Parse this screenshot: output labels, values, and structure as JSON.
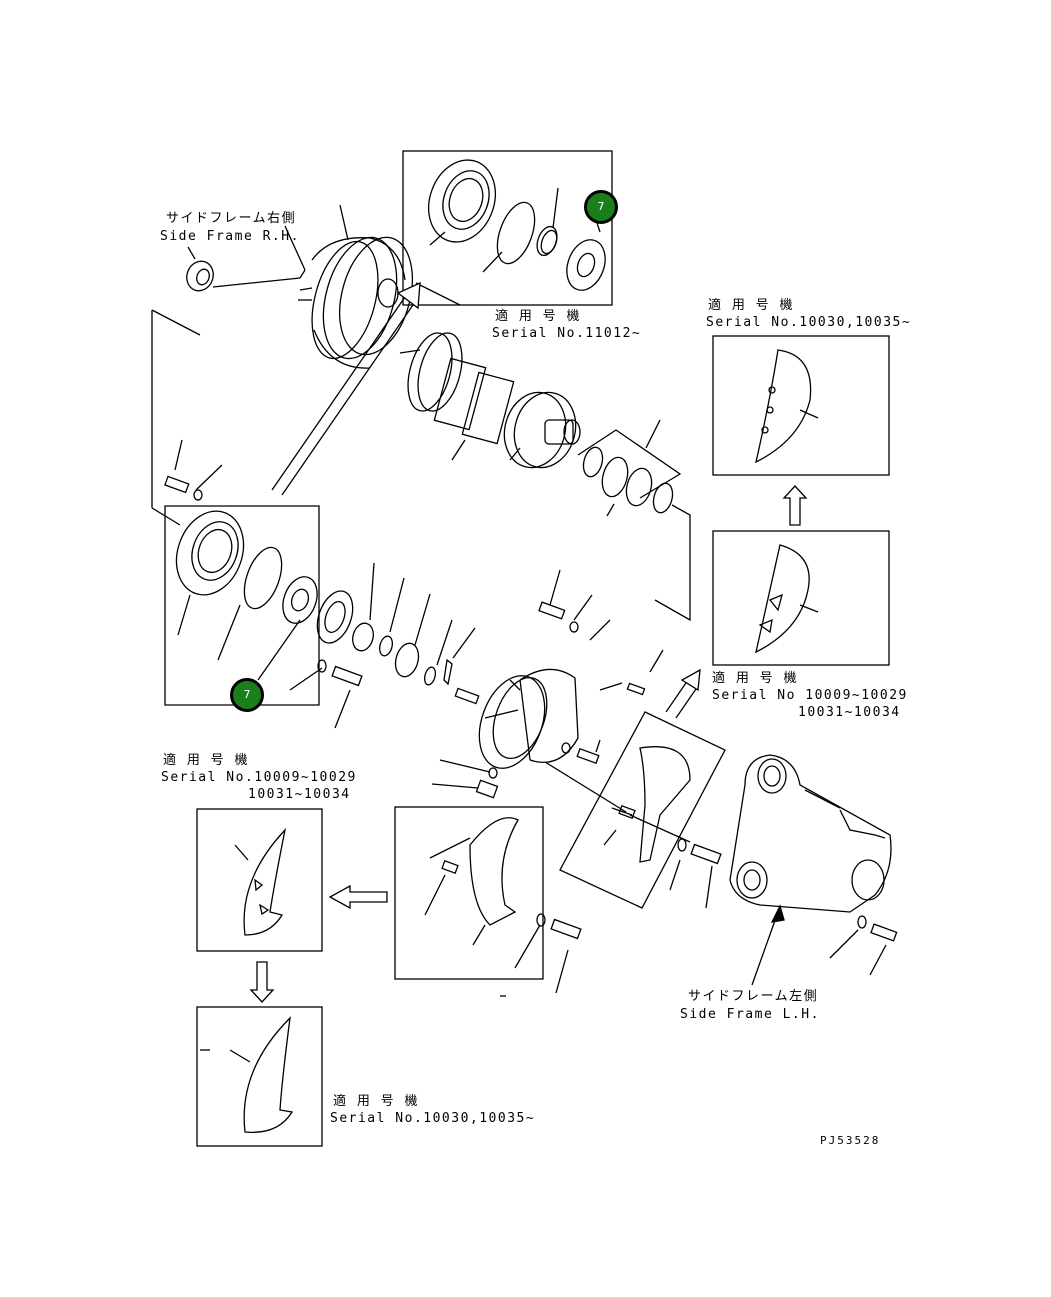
{
  "callouts": [
    {
      "id": "callout-top",
      "value": "7"
    },
    {
      "id": "callout-bottom",
      "value": "7"
    }
  ],
  "labels": {
    "side_frame_rh_jp": "サイドフレーム右側",
    "side_frame_rh_en": "Side Frame R.H.",
    "applicable_top_jp": "適 用 号 機",
    "applicable_top_en": "Serial No.11012~",
    "applicable_right_top_jp": "適 用 号 機",
    "applicable_right_top_en": "Serial No.10030,10035~",
    "applicable_right_mid_jp": "適 用 号 機",
    "applicable_right_mid_en1": "Serial No 10009~10029",
    "applicable_right_mid_en2": "10031~10034",
    "applicable_left_jp": "適 用 号 機",
    "applicable_left_en1": "Serial No.10009~10029",
    "applicable_left_en2": "10031~10034",
    "applicable_bottom_jp": "適 用 号 機",
    "applicable_bottom_en": "Serial No.10030,10035~",
    "side_frame_lh_jp": "サイドフレーム左側",
    "side_frame_lh_en": "Side Frame L.H.",
    "drawing_number": "PJ53528"
  },
  "colors": {
    "line": "#000000",
    "callout_fill": "#1a7f1a",
    "callout_text": "#ffffff"
  }
}
